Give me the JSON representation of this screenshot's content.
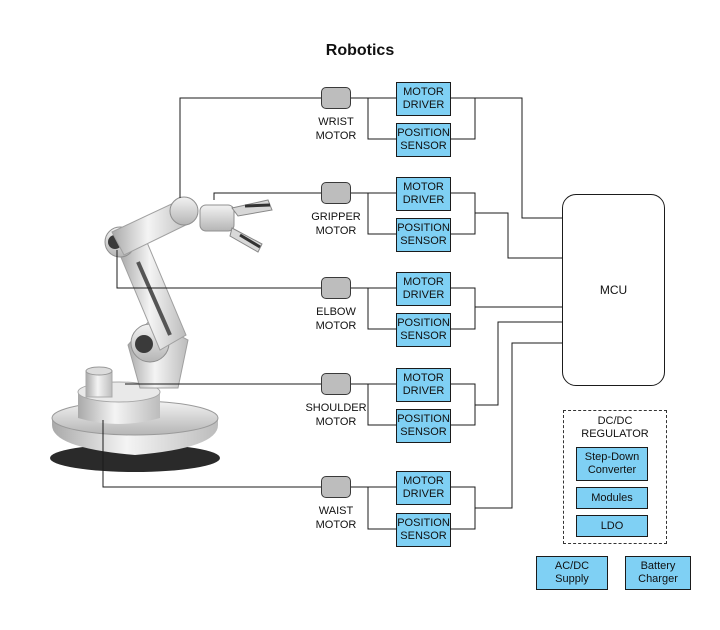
{
  "title": "Robotics",
  "colors": {
    "box_fill": "#7fd0f4",
    "motor_fill": "#bdbdbd",
    "line": "#1b1b1b"
  },
  "illustration": "robot-arm-icon",
  "joints": [
    {
      "motor": "WRIST\nMOTOR",
      "driver": "MOTOR\nDRIVER",
      "sensor": "POSITION\nSENSOR"
    },
    {
      "motor": "GRIPPER\nMOTOR",
      "driver": "MOTOR\nDRIVER",
      "sensor": "POSITION\nSENSOR"
    },
    {
      "motor": "ELBOW\nMOTOR",
      "driver": "MOTOR\nDRIVER",
      "sensor": "POSITION\nSENSOR"
    },
    {
      "motor": "SHOULDER\nMOTOR",
      "driver": "MOTOR\nDRIVER",
      "sensor": "POSITION\nSENSOR"
    },
    {
      "motor": "WAIST\nMOTOR",
      "driver": "MOTOR\nDRIVER",
      "sensor": "POSITION\nSENSOR"
    }
  ],
  "mcu": "MCU",
  "regulator": {
    "label": "DC/DC\nREGULATOR",
    "items": [
      "Step-Down\nConverter",
      "Modules",
      "LDO"
    ]
  },
  "power": [
    "AC/DC\nSupply",
    "Battery\nCharger"
  ]
}
